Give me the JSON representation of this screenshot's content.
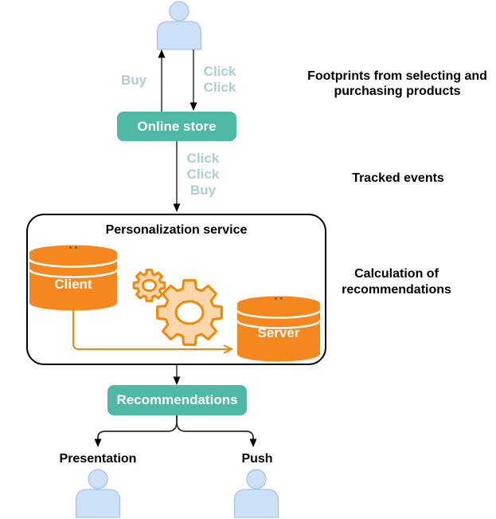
{
  "diagram": {
    "top_user": {
      "icon": "person-icon"
    },
    "edge_user_store": {
      "up_label": "Buy",
      "down_label": "Click\nClick"
    },
    "online_store": {
      "label": "Online store"
    },
    "edge_store_service": {
      "label": "Click\nClick\nBuy"
    },
    "personalization_service": {
      "title": "Personalization service",
      "client_db": {
        "label": "Client",
        "icon": "database-icon"
      },
      "server_db": {
        "label": "Server",
        "icon": "database-icon"
      },
      "gears": {
        "icon": "gears-icon"
      }
    },
    "recommendations": {
      "label": "Recommendations"
    },
    "outputs": {
      "presentation": {
        "label": "Presentation",
        "icon": "person-icon"
      },
      "push": {
        "label": "Push",
        "icon": "person-icon"
      }
    }
  },
  "annotations": {
    "footprints": "Footprints from selecting and purchasing products",
    "tracked_events": "Tracked events",
    "calculation": "Calculation of recommendations"
  },
  "colors": {
    "teal": "#4db8a4",
    "orange_fill": "#f5871f",
    "orange_outline": "#f28705",
    "gear_fill": "#fcd7ab",
    "person_blue": "#cce0f7",
    "person_outline": "#a6c5ea",
    "pale_label": "#accdd2",
    "line": "#474747"
  }
}
